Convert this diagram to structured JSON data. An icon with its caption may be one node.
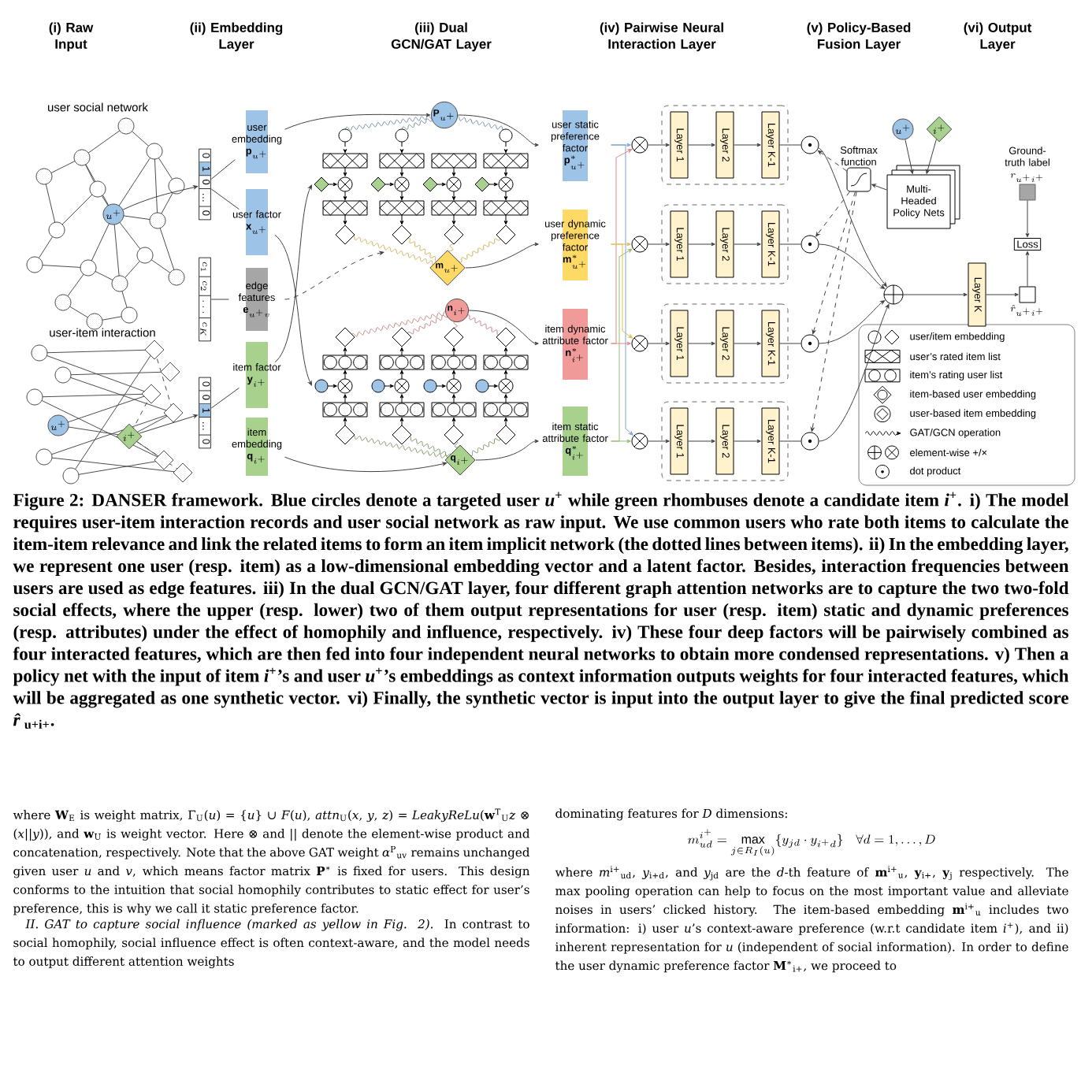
{
  "diagram": {
    "caption": "Figure 2: DANSER framework. Blue circles denote a targeted user *u*$^{+}$ while green rhombuses denote a candidate item *i*$^{+}$. i) The model requires user-item interaction records and user social network as raw input. We use common users who rate both items to calculate the item-item relevance and link the related items to form an item implicit network (the dotted lines between items). ii) In the embedding layer, we represent one user (resp. item) as a low-dimensional embedding vector and a latent factor. Besides, interaction frequencies between users are used as edge features. iii) In the dual GCN/GAT layer, four different graph attention networks are to capture the two two-fold social effects, where the upper (resp. lower) two of them output representations for user (resp. item) static and dynamic preferences (resp. attributes) under the effect of homophily and influence, respectively. iv) These four deep factors will be pairwisely combined as four interacted features, which are then fed into four independent neural networks to obtain more condensed representations. v) Then a policy net with the input of item *i*$^{+}$’s and user *u*$^{+}$’s embeddings as context information outputs weights for four interacted features, which will be aggregated as one synthetic vector. vi) Finally, the synthetic vector is input into the output layer to give the final predicted score *r̂*$_{u+i+}$.",
    "nodes": [
      {
        "text": [
          "u^{+}"
        ]
      },
      {
        "text": [
          "u^{+}"
        ]
      },
      {
        "text": [
          "i^{+}"
        ]
      },
      {
        "text": [
          "0",
          "1",
          "0",
          "…",
          "0"
        ]
      },
      {
        "text": [
          "c_{1}",
          "c_{2}",
          "\\ldots",
          "c_{K}"
        ]
      },
      {
        "text": [
          "0",
          "0",
          "1",
          "…",
          "0"
        ]
      },
      {
        "text": [
          "user embedding",
          "\\mathbf{p}_{u^{+}}"
        ]
      },
      {
        "text": [
          "user factor",
          "\\mathbf{x}_{u^{+}}"
        ]
      },
      {
        "text": [
          "edge features",
          "\\mathbf{e}_{u^{+}v}"
        ]
      },
      {
        "text": [
          "item factor",
          "\\mathbf{y}_{i^{+}}"
        ]
      },
      {
        "text": [
          "item embedding",
          "\\mathbf{q}_{i^{+}}"
        ]
      },
      {
        "text": [
          "\\mathbf{P}_{u^{+}}"
        ]
      },
      {
        "text": [
          "\\mathbf{m}_{u^{+}}"
        ]
      },
      {
        "text": [
          "\\mathbf{n}_{i^{+}}"
        ]
      },
      {
        "text": [
          "\\mathbf{q}_{i^{+}}"
        ]
      },
      {
        "text": [
          "user static preference factor",
          "\\mathbf{p}^{*}_{u^{+}}"
        ]
      },
      {
        "text": [
          "user dynamic preference factor",
          "\\mathbf{m}^{*}_{u^{+}}"
        ]
      },
      {
        "text": [
          "item dynamic attribute factor",
          "\\mathbf{n}^{*}_{i^{+}}"
        ]
      },
      {
        "text": [
          "item static attribute factor",
          "\\mathbf{q}^{*}_{i^{+}}"
        ]
      },
      {
        "text": [],
        "shape": "circle"
      },
      {
        "text": [],
        "shape": "circle"
      },
      {
        "text": [],
        "shape": "circle"
      },
      {
        "text": [],
        "shape": "circle"
      },
      {
        "text": [],
        "shape": "box"
      },
      {
        "text": [
          "Layer 1"
        ],
        "in": 23
      },
      {
        "text": [
          "Layer 2"
        ],
        "in": 23
      },
      {
        "text": [
          "Layer K-1"
        ],
        "in": 23
      },
      {
        "text": [],
        "shape": "box"
      },
      {
        "text": [
          "Layer 1"
        ],
        "in": 27
      },
      {
        "text": [
          "Layer 2"
        ],
        "in": 27
      },
      {
        "text": [
          "Layer K-1"
        ],
        "in": 27
      },
      {
        "text": [],
        "shape": "box"
      },
      {
        "text": [
          "Layer 1"
        ],
        "in": 31
      },
      {
        "text": [
          "Layer 2"
        ],
        "in": 31
      },
      {
        "text": [
          "Layer K-1"
        ],
        "in": 31
      },
      {
        "text": [],
        "shape": "box"
      },
      {
        "text": [
          "Layer 1"
        ],
        "in": 35
      },
      {
        "text": [
          "Layer 2"
        ],
        "in": 35
      },
      {
        "text": [
          "Layer K-1"
        ],
        "in": 35
      },
      {
        "text": [],
        "shape": "circle"
      },
      {
        "text": [],
        "shape": "circle"
      },
      {
        "text": [],
        "shape": "circle"
      },
      {
        "text": [],
        "shape": "circle"
      },
      {
        "text": [
          "Softmax function"
        ]
      },
      {
        "text": [
          "Multi-Headed Policy Nets"
        ]
      },
      {
        "text": [
          "u^{+}"
        ]
      },
      {
        "text": [
          "i^{+}"
        ]
      },
      {
        "text": [],
        "shape": "circle"
      },
      {
        "text": [
          "Layer K"
        ]
      },
      {
        "text": [],
        "shape": "box",
        "beside": [
          "\\hat{r}_{u^{+}i^{+}}"
        ]
      },
      {
        "text": [
          "Loss"
        ]
      },
      {
        "text": [
          "Ground-truth label",
          "r_{u^{+}i^{+}}"
        ]
      }
    ],
    "edges": [
      {
        "from": 0,
        "to": 3,
        "arrow": "to"
      },
      {
        "from": 2,
        "to": 5,
        "arrow": "to"
      },
      {
        "from": 3,
        "to": 6,
        "arrow": "none"
      },
      {
        "from": 3,
        "to": 7,
        "arrow": "none"
      },
      {
        "from": 4,
        "to": 8,
        "arrow": "none"
      },
      {
        "from": 5,
        "to": 9,
        "arrow": "none"
      },
      {
        "from": 6,
        "to": 11,
        "arrow": "to"
      },
      {
        "from": 7,
        "to": null,
        "arrow": "to"
      },
      {
        "from": 9,
        "to": null,
        "arrow": "to"
      },
      {
        "from": 8,
        "to": null,
        "arrow": "to",
        "style": "dashed"
      },
      {
        "from": 10,
        "to": 14,
        "arrow": "to"
      },
      {
        "from": 11,
        "to": 15,
        "arrow": "to"
      },
      {
        "from": 12,
        "to": 16,
        "arrow": "to"
      },
      {
        "from": 13,
        "to": 17,
        "arrow": "to"
      },
      {
        "from": 14,
        "to": 18,
        "arrow": "to"
      },
      {
        "from": 15,
        "to": 19,
        "arrow": "to",
        "color": "#7ea3d4"
      },
      {
        "from": 17,
        "to": 19,
        "arrow": "to",
        "color": "#e08a8a"
      },
      {
        "from": 16,
        "to": 20,
        "arrow": "to",
        "color": "#e0bf4a"
      },
      {
        "from": 18,
        "to": 20,
        "arrow": "to",
        "color": "#8fbf6f"
      },
      {
        "from": 17,
        "to": 21,
        "arrow": "to",
        "color": "#e08a8a"
      },
      {
        "from": 16,
        "to": 21,
        "arrow": "to",
        "color": "#e0bf4a"
      },
      {
        "from": 18,
        "to": 22,
        "arrow": "to",
        "color": "#8fbf6f"
      },
      {
        "from": 15,
        "to": 22,
        "arrow": "to",
        "color": "#7ea3d4"
      },
      {
        "from": 19,
        "to": 24,
        "arrow": "to"
      },
      {
        "from": 20,
        "to": 28,
        "arrow": "to"
      },
      {
        "from": 21,
        "to": 32,
        "arrow": "to"
      },
      {
        "from": 22,
        "to": 36,
        "arrow": "to"
      },
      {
        "from": 24,
        "to": 25,
        "arrow": "to"
      },
      {
        "from": 25,
        "to": 26,
        "arrow": "to"
      },
      {
        "from": 28,
        "to": 29,
        "arrow": "to"
      },
      {
        "from": 29,
        "to": 30,
        "arrow": "to"
      },
      {
        "from": 32,
        "to": 33,
        "arrow": "to"
      },
      {
        "from": 33,
        "to": 34,
        "arrow": "to"
      },
      {
        "from": 36,
        "to": 37,
        "arrow": "to"
      },
      {
        "from": 37,
        "to": 38,
        "arrow": "to"
      },
      {
        "from": 26,
        "to": 39,
        "arrow": "none"
      },
      {
        "from": 30,
        "to": 40,
        "arrow": "none"
      },
      {
        "from": 34,
        "to": 41,
        "arrow": "none"
      },
      {
        "from": 38,
        "to": 42,
        "arrow": "none"
      },
      {
        "from": 39,
        "to": 47,
        "arrow": "to"
      },
      {
        "from": 40,
        "to": 47,
        "arrow": "to"
      },
      {
        "from": 41,
        "to": 47,
        "arrow": "to"
      },
      {
        "from": 42,
        "to": 47,
        "arrow": "to"
      },
      {
        "from": 43,
        "to": 39,
        "arrow": "to",
        "style": "dashed"
      },
      {
        "from": 43,
        "to": 40,
        "arrow": "to",
        "style": "dashed"
      },
      {
        "from": 43,
        "to": 41,
        "arrow": "to",
        "style": "dashed"
      },
      {
        "from": 43,
        "to": 42,
        "arrow": "to",
        "style": "dashed"
      },
      {
        "from": 44,
        "to": 43,
        "arrow": "to"
      },
      {
        "from": 45,
        "to": 44,
        "arrow": "to"
      },
      {
        "from": 46,
        "to": 44,
        "arrow": "to"
      },
      {
        "from": 47,
        "to": 48,
        "arrow": "to"
      },
      {
        "from": 48,
        "to": 49,
        "arrow": "to"
      },
      {
        "from": 49,
        "to": 50,
        "arrow": "to"
      },
      {
        "from": 51,
        "to": 50,
        "arrow": "to"
      }
    ],
    "labels": [
      "(i) Raw Input",
      "(ii) Embedding Layer",
      "(iii) Dual GCN/GAT Layer",
      "(iv) Pairwise Neural Interaction Layer",
      "(v) Policy-Based Fusion Layer",
      "(vi) Output Layer",
      "user social network",
      "user-item interaction",
      "where **W**$_{E}$ is weight matrix, Γ$_{U}$(*u*) = {*u*} ∪ *F*(*u*), *attn*$_{U}$(*x*, *y*, *z*) = *LeakyReLu*(**w**$^{T}$$_{U}$*z* ⊗ (*x*||*y*)), and **w**$_{U}$ is weight vector. Here ⊗ and || denote the element-wise product and concatenation, respectively. Note that the above GAT weight *α*$^{P}$$_{uv}$ remains unchanged given user *u* and *v*, which means factor matrix **P**$^{∗}$ is fixed for users. This design conforms to the intuition that social homophily contributes to static effect for user’s preference, this is why we call it static preference factor.",
      "*II. GAT to capture social influence (marked as yellow in Fig. 2).* In contrast to social homophily, social influence effect is often context-aware, and the model needs to output different attention weights",
      "dominating features for *D* dimensions:",
      "m_{ud}^{i^{+}} = \\max_{j\\in R_I(u)} \\{y_{jd}\\cdot y_{i^{+}d}\\} \\quad \\forall d = 1,\\ldots,D",
      "where *m*$^{i+}$$_{ud}$, *y*$_{i+d}$, and *y*$_{jd}$ are the *d*-th feature of **m**$^{i+}$$_{u}$, **y**$_{i+}$, **y**$_{j}$ respectively. The max pooling operation can help to focus on the most important value and alleviate noises in users’ clicked history. The item-based embedding **m**$^{i+}$$_{u}$ includes two information: i) user *u*’s context-aware preference (w.r.t candidate item *i*$^{+}$), and ii) inherent representation for *u* (independent of social information). In order to define the user dynamic preference factor **M**$^{∗}$$_{i+}$, we proceed to"
    ],
    "legend": [
      {
        "text": "user/item embedding"
      },
      {
        "text": "user’s rated item list"
      },
      {
        "text": "item’s rating user list"
      },
      {
        "text": "item-based user embedding"
      },
      {
        "text": "user-based item embedding"
      },
      {
        "text": "GAT/GCN operation"
      },
      {
        "text": "element-wise +/×"
      },
      {
        "text": "dot product"
      }
    ]
  }
}
